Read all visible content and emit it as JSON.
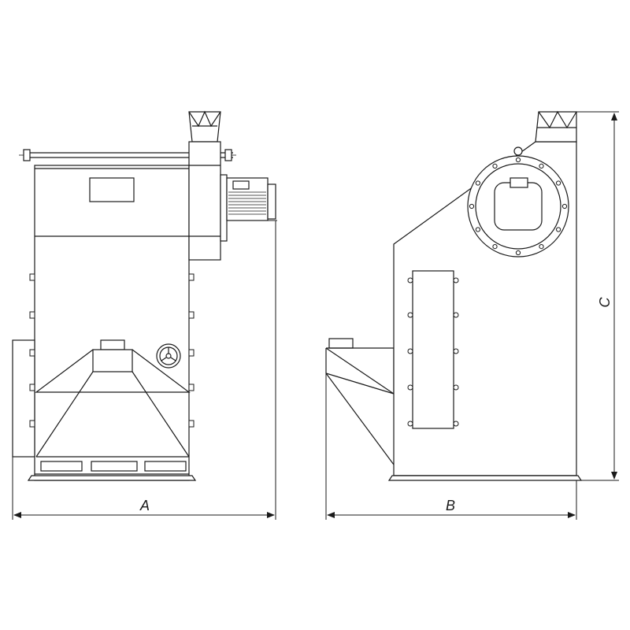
{
  "dimensions": {
    "a_label": "A",
    "b_label": "B",
    "c_label": "C"
  },
  "colors": {
    "line": "#1a1a1a",
    "background": "#ffffff"
  }
}
